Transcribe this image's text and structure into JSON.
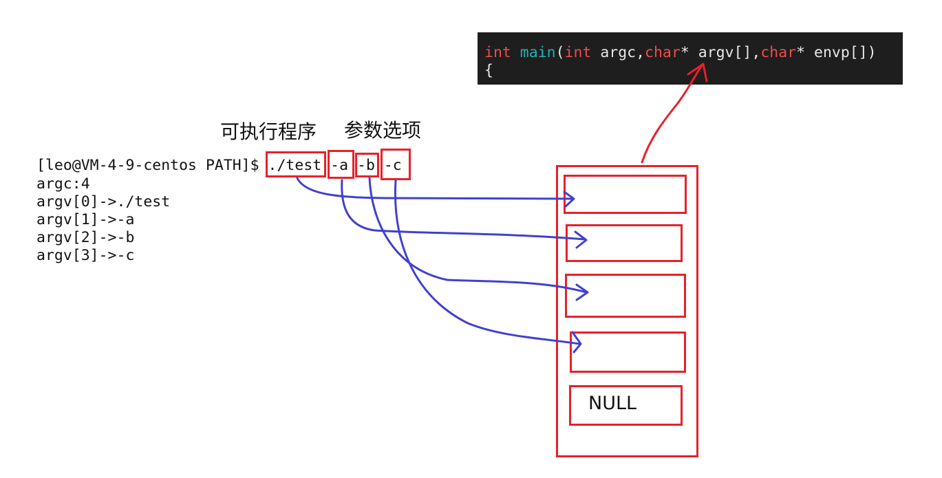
{
  "code": {
    "line1": {
      "kw1": "int",
      "fn": "main",
      "p1": "(",
      "kw2": "int",
      "p2": " argc,",
      "kw3": "char",
      "p3": "* argv[],",
      "kw4": "char",
      "p4": "* envp[])"
    },
    "line2": "{"
  },
  "labels": {
    "executable": "可执行程序",
    "options": "参数选项"
  },
  "terminal": {
    "prompt": "[leo@VM-4-9-centos PATH]$ ",
    "args": [
      "./test",
      "-a",
      "-b",
      "-c"
    ],
    "output": [
      "argc:4",
      "argv[0]->./test",
      "argv[1]->-a",
      "argv[2]->-b",
      "argv[3]->-c"
    ]
  },
  "array": {
    "null_label": "NULL"
  },
  "colors": {
    "box": "#e8202a",
    "arrow_blue": "#4040d0",
    "code_bg": "#1e1e1e"
  }
}
